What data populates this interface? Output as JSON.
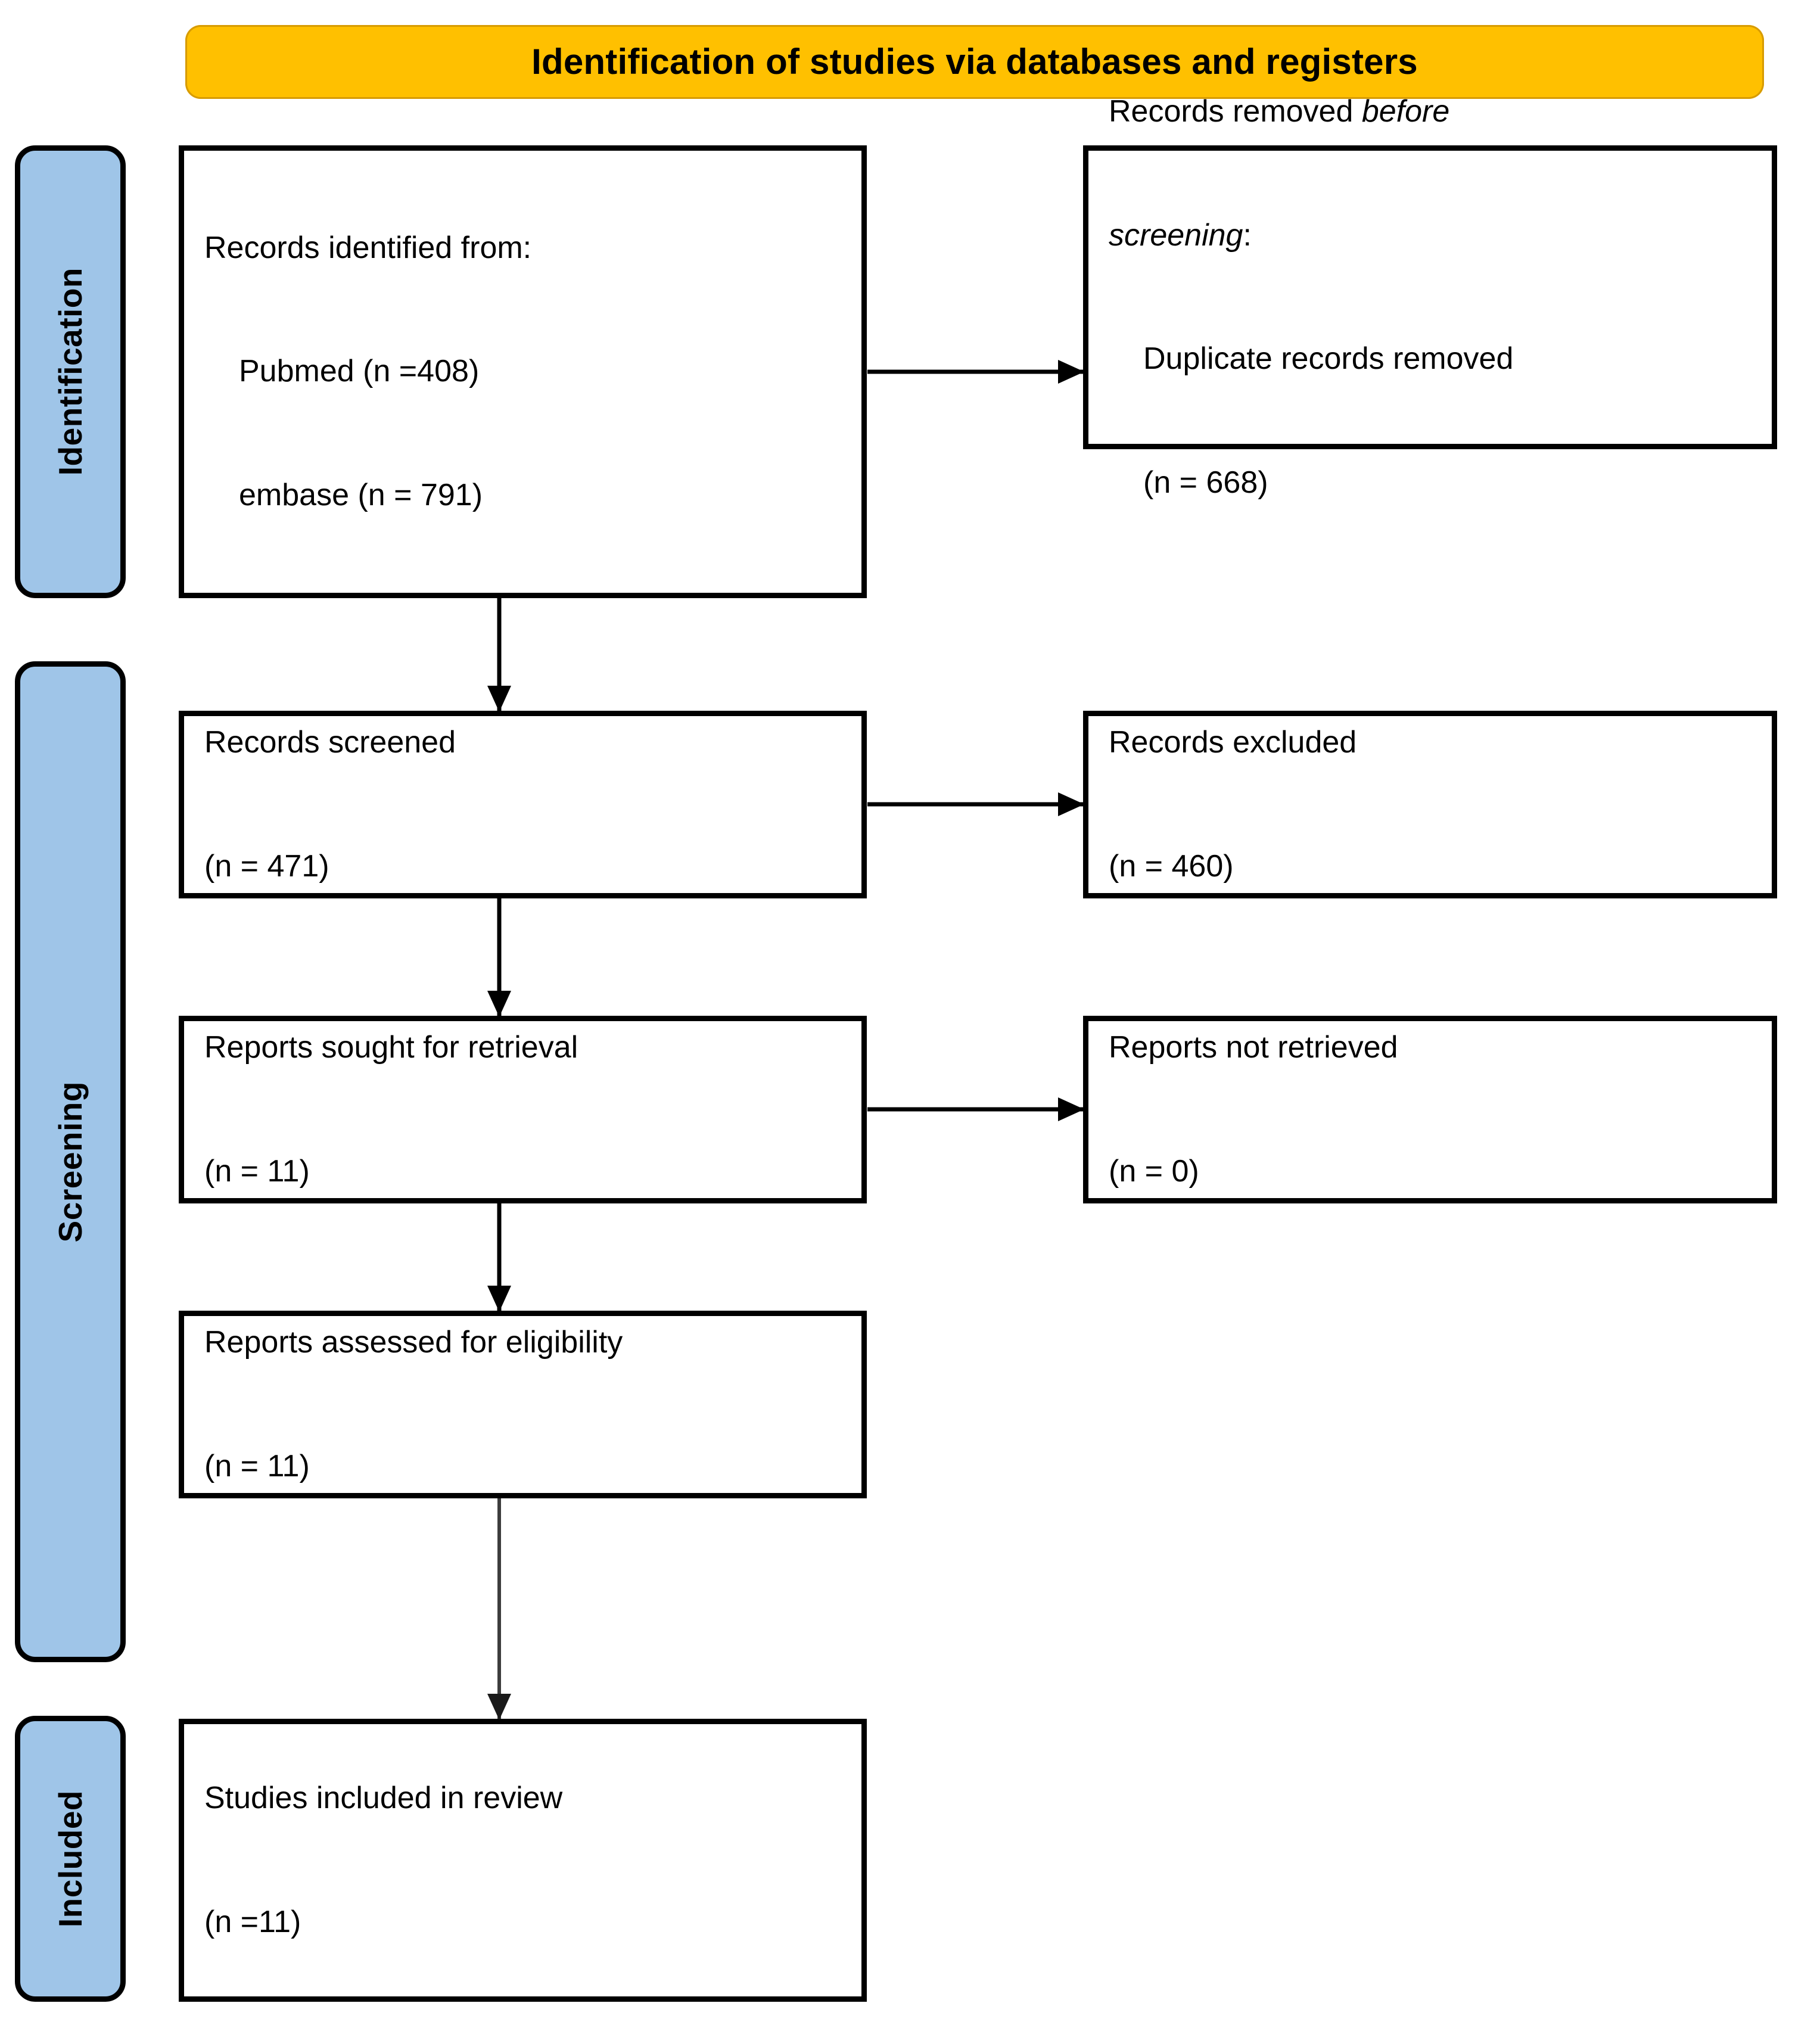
{
  "header": {
    "title": "Identification of studies via databases and registers",
    "background_color": "#FFC000",
    "border_color": "#D79B00"
  },
  "stages": {
    "accent_color": "#9FC5E8",
    "identification_label": "Identification",
    "screening_label": "Screening",
    "included_label": "Included"
  },
  "boxes": {
    "identified": {
      "line1": "Records identified from:",
      "line2": "Pubmed (n =408)",
      "line3": "embase (n = 791)"
    },
    "removed": {
      "line1_plain": "Records removed ",
      "line1_italic": "before",
      "line2_italic": "screening",
      "line2_plain": ":",
      "line3": "Duplicate records removed",
      "line4": "(n = 668)"
    },
    "screened": {
      "line1": "Records screened",
      "line2": "(n = 471)"
    },
    "excluded": {
      "line1": "Records excluded",
      "line2": "(n = 460)"
    },
    "sought": {
      "line1": "Reports sought for retrieval",
      "line2": "(n = 11)"
    },
    "not_retrieved": {
      "line1": "Reports not retrieved",
      "line2": "(n = 0)"
    },
    "assessed": {
      "line1": "Reports assessed for eligibility",
      "line2": "(n = 11)"
    },
    "included": {
      "line1": "Studies included in review",
      "line2": "(n =11)"
    }
  },
  "chart_data": {
    "type": "diagram",
    "diagram_kind": "PRISMA 2020 flow diagram",
    "title": "Identification of studies via databases and registers",
    "stages": [
      "Identification",
      "Screening",
      "Included"
    ],
    "nodes": [
      {
        "id": "identified",
        "stage": "Identification",
        "column": "left",
        "label": "Records identified from:",
        "counts": {
          "Pubmed": 408,
          "embase": 791
        }
      },
      {
        "id": "removed",
        "stage": "Identification",
        "column": "right",
        "label": "Records removed before screening: Duplicate records removed",
        "counts": {
          "n": 668
        }
      },
      {
        "id": "screened",
        "stage": "Screening",
        "column": "left",
        "label": "Records screened",
        "counts": {
          "n": 471
        }
      },
      {
        "id": "excluded",
        "stage": "Screening",
        "column": "right",
        "label": "Records excluded",
        "counts": {
          "n": 460
        }
      },
      {
        "id": "sought",
        "stage": "Screening",
        "column": "left",
        "label": "Reports sought for retrieval",
        "counts": {
          "n": 11
        }
      },
      {
        "id": "not_retrieved",
        "stage": "Screening",
        "column": "right",
        "label": "Reports not retrieved",
        "counts": {
          "n": 0
        }
      },
      {
        "id": "assessed",
        "stage": "Screening",
        "column": "left",
        "label": "Reports assessed for eligibility",
        "counts": {
          "n": 11
        }
      },
      {
        "id": "included",
        "stage": "Included",
        "column": "left",
        "label": "Studies included in review",
        "counts": {
          "n": 11
        }
      }
    ],
    "edges": [
      {
        "from": "identified",
        "to": "removed",
        "direction": "horizontal"
      },
      {
        "from": "identified",
        "to": "screened",
        "direction": "vertical"
      },
      {
        "from": "screened",
        "to": "excluded",
        "direction": "horizontal"
      },
      {
        "from": "screened",
        "to": "sought",
        "direction": "vertical"
      },
      {
        "from": "sought",
        "to": "not_retrieved",
        "direction": "horizontal"
      },
      {
        "from": "sought",
        "to": "assessed",
        "direction": "vertical"
      },
      {
        "from": "assessed",
        "to": "included",
        "direction": "vertical"
      }
    ]
  }
}
